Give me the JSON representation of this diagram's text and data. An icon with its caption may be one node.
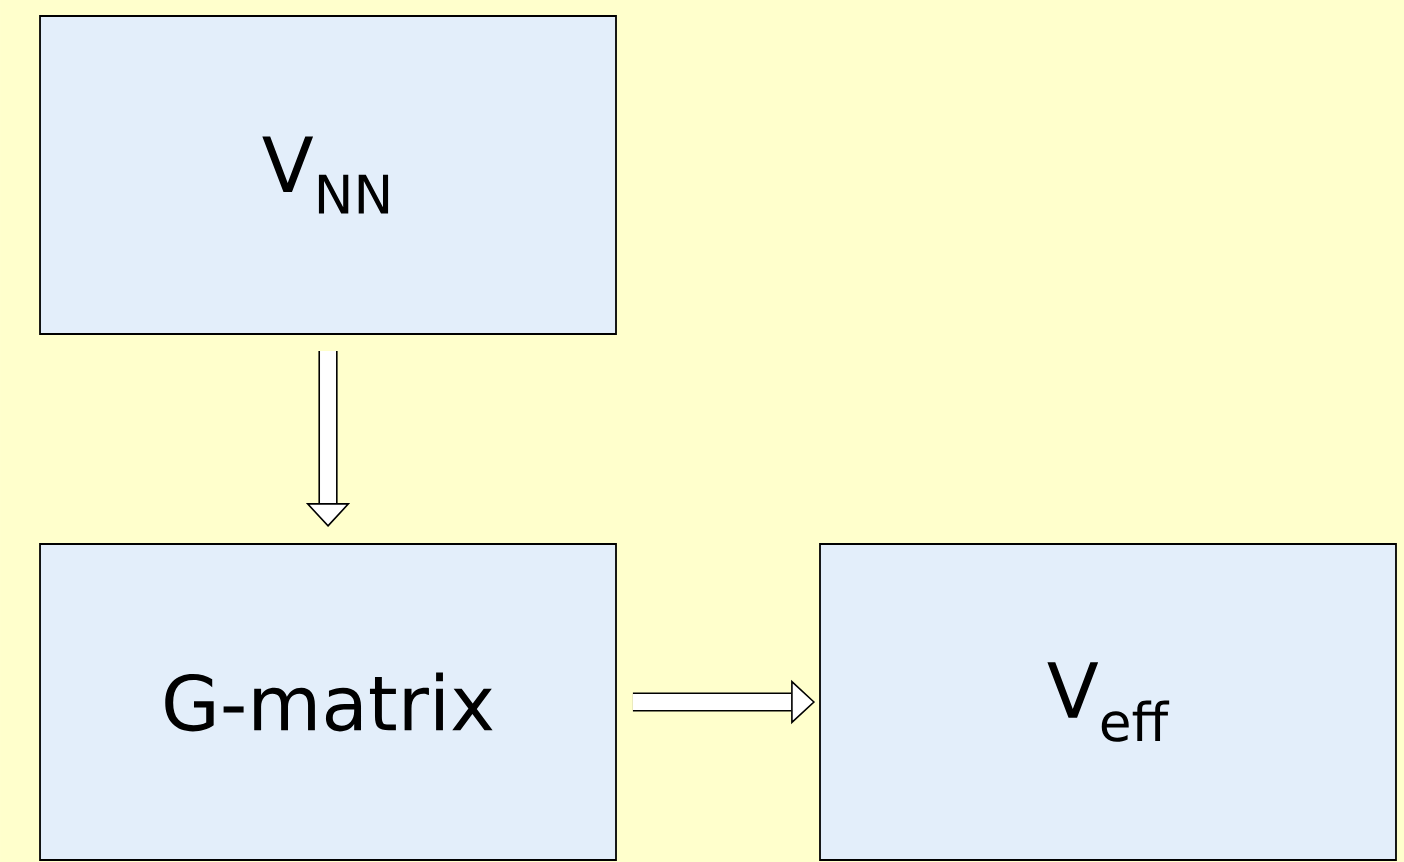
{
  "diagram": {
    "nodes": [
      {
        "text": [
          "V$_{NN}$"
        ]
      },
      {
        "text": [
          "G-matrix"
        ]
      },
      {
        "text": [
          "V$_{eff}$"
        ]
      }
    ],
    "edges": [
      {
        "from": 0,
        "to": 1,
        "arrow": "to"
      },
      {
        "from": 1,
        "to": 2,
        "arrow": "to"
      }
    ]
  }
}
